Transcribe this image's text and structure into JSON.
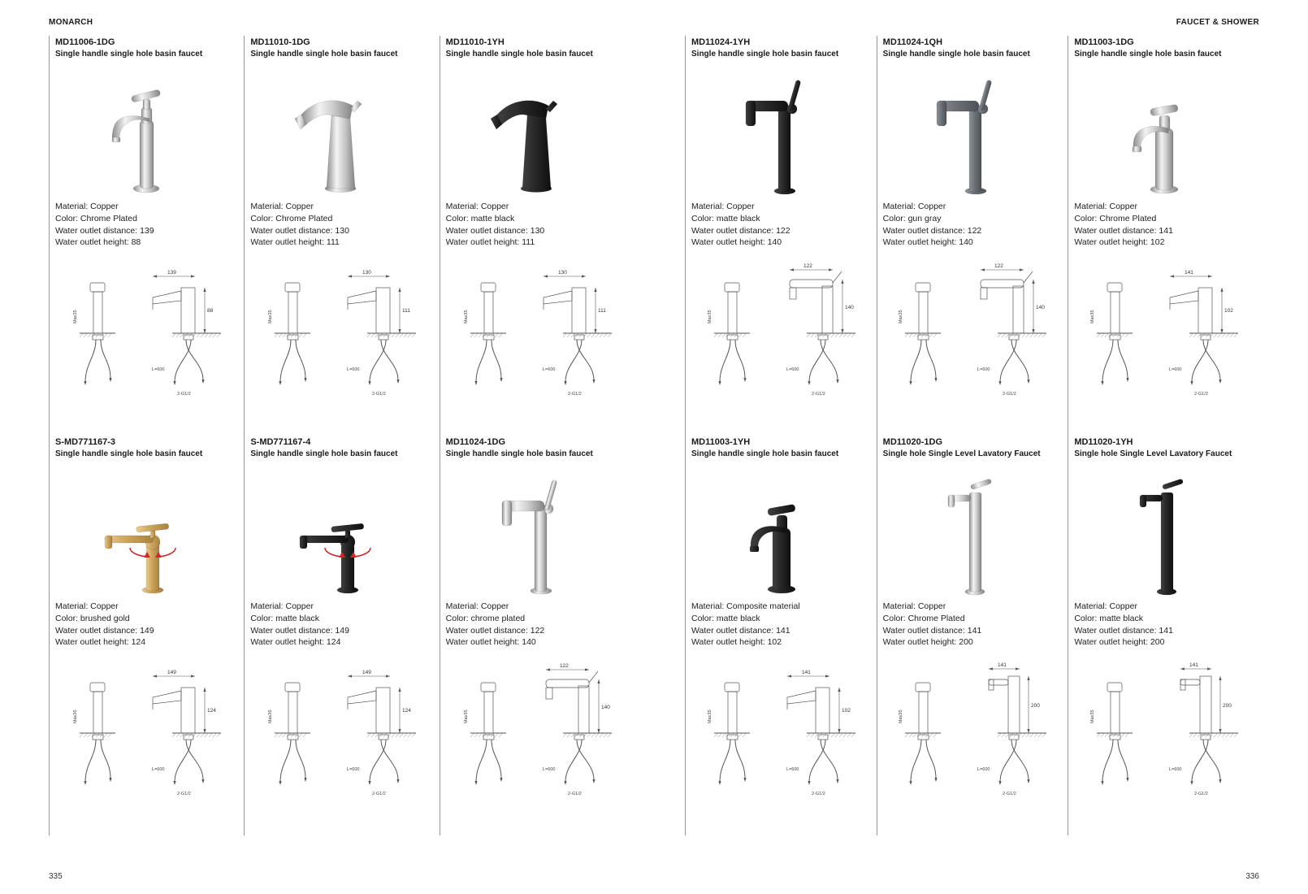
{
  "header": {
    "brand": "MONARCH",
    "section": "FAUCET & SHOWER"
  },
  "labels": {
    "material": "Material",
    "color": "Color",
    "distance": "Water outlet distance",
    "height": "Water outlet height"
  },
  "drawing_labels": {
    "length": "L=600",
    "thread": "2-G1/2",
    "max": "Max35"
  },
  "pages": [
    {
      "number": "335",
      "products": [
        {
          "code": "MD11006-1DG",
          "name": "Single handle single hole basin faucet",
          "material": "Copper",
          "color": "Chrome Plated",
          "distance": "139",
          "height": "88",
          "finish": "chrome",
          "photo_style": "classic",
          "drawing_variant": "straight"
        },
        {
          "code": "MD11010-1DG",
          "name": "Single handle single hole basin faucet",
          "material": "Copper",
          "color": "Chrome Plated",
          "distance": "130",
          "height": "111",
          "finish": "chrome",
          "photo_style": "angular",
          "drawing_variant": "straight"
        },
        {
          "code": "MD11010-1YH",
          "name": "Single handle single hole basin faucet",
          "material": "Copper",
          "color": "matte black",
          "distance": "130",
          "height": "111",
          "finish": "black",
          "photo_style": "angular",
          "drawing_variant": "straight"
        },
        {
          "code": "S-MD771167-3",
          "name": "Single handle single hole basin faucet",
          "material": "Copper",
          "color": "brushed gold",
          "distance": "149",
          "height": "124",
          "finish": "gold",
          "photo_style": "swivel",
          "drawing_variant": "straight"
        },
        {
          "code": "S-MD771167-4",
          "name": "Single handle single hole basin faucet",
          "material": "Copper",
          "color": "matte black",
          "distance": "149",
          "height": "124",
          "finish": "black",
          "photo_style": "swivel",
          "drawing_variant": "straight"
        },
        {
          "code": "MD11024-1DG",
          "name": "Single handle single hole basin faucet",
          "material": "Copper",
          "color": "chrome plated",
          "distance": "122",
          "height": "140",
          "finish": "chrome",
          "photo_style": "sideL",
          "drawing_variant": "L"
        }
      ]
    },
    {
      "number": "336",
      "products": [
        {
          "code": "MD11024-1YH",
          "name": "Single handle single hole basin faucet",
          "material": "Copper",
          "color": "matte black",
          "distance": "122",
          "height": "140",
          "finish": "black",
          "photo_style": "sideL",
          "drawing_variant": "L"
        },
        {
          "code": "MD11024-1QH",
          "name": "Single handle single hole basin faucet",
          "material": "Copper",
          "color": "gun gray",
          "distance": "122",
          "height": "140",
          "finish": "gun",
          "photo_style": "sideL",
          "drawing_variant": "L"
        },
        {
          "code": "MD11003-1DG",
          "name": "Single handle single hole basin faucet",
          "material": "Copper",
          "color": "Chrome Plated",
          "distance": "141",
          "height": "102",
          "finish": "chrome",
          "photo_style": "compact",
          "drawing_variant": "straight"
        },
        {
          "code": "MD11003-1YH",
          "name": "Single handle single hole basin faucet",
          "material": "Composite material",
          "color": "matte black",
          "distance": "141",
          "height": "102",
          "finish": "black",
          "photo_style": "compact",
          "drawing_variant": "straight"
        },
        {
          "code": "MD11020-1DG",
          "name": "Single hole Single Level Lavatory Faucet",
          "material": "Copper",
          "color": "Chrome Plated",
          "distance": "141",
          "height": "200",
          "finish": "chrome",
          "photo_style": "tall",
          "drawing_variant": "tall"
        },
        {
          "code": "MD11020-1YH",
          "name": "Single hole Single Level Lavatory Faucet",
          "material": "Copper",
          "color": "matte black",
          "distance": "141",
          "height": "200",
          "finish": "black",
          "photo_style": "tall",
          "drawing_variant": "tall"
        }
      ]
    }
  ]
}
